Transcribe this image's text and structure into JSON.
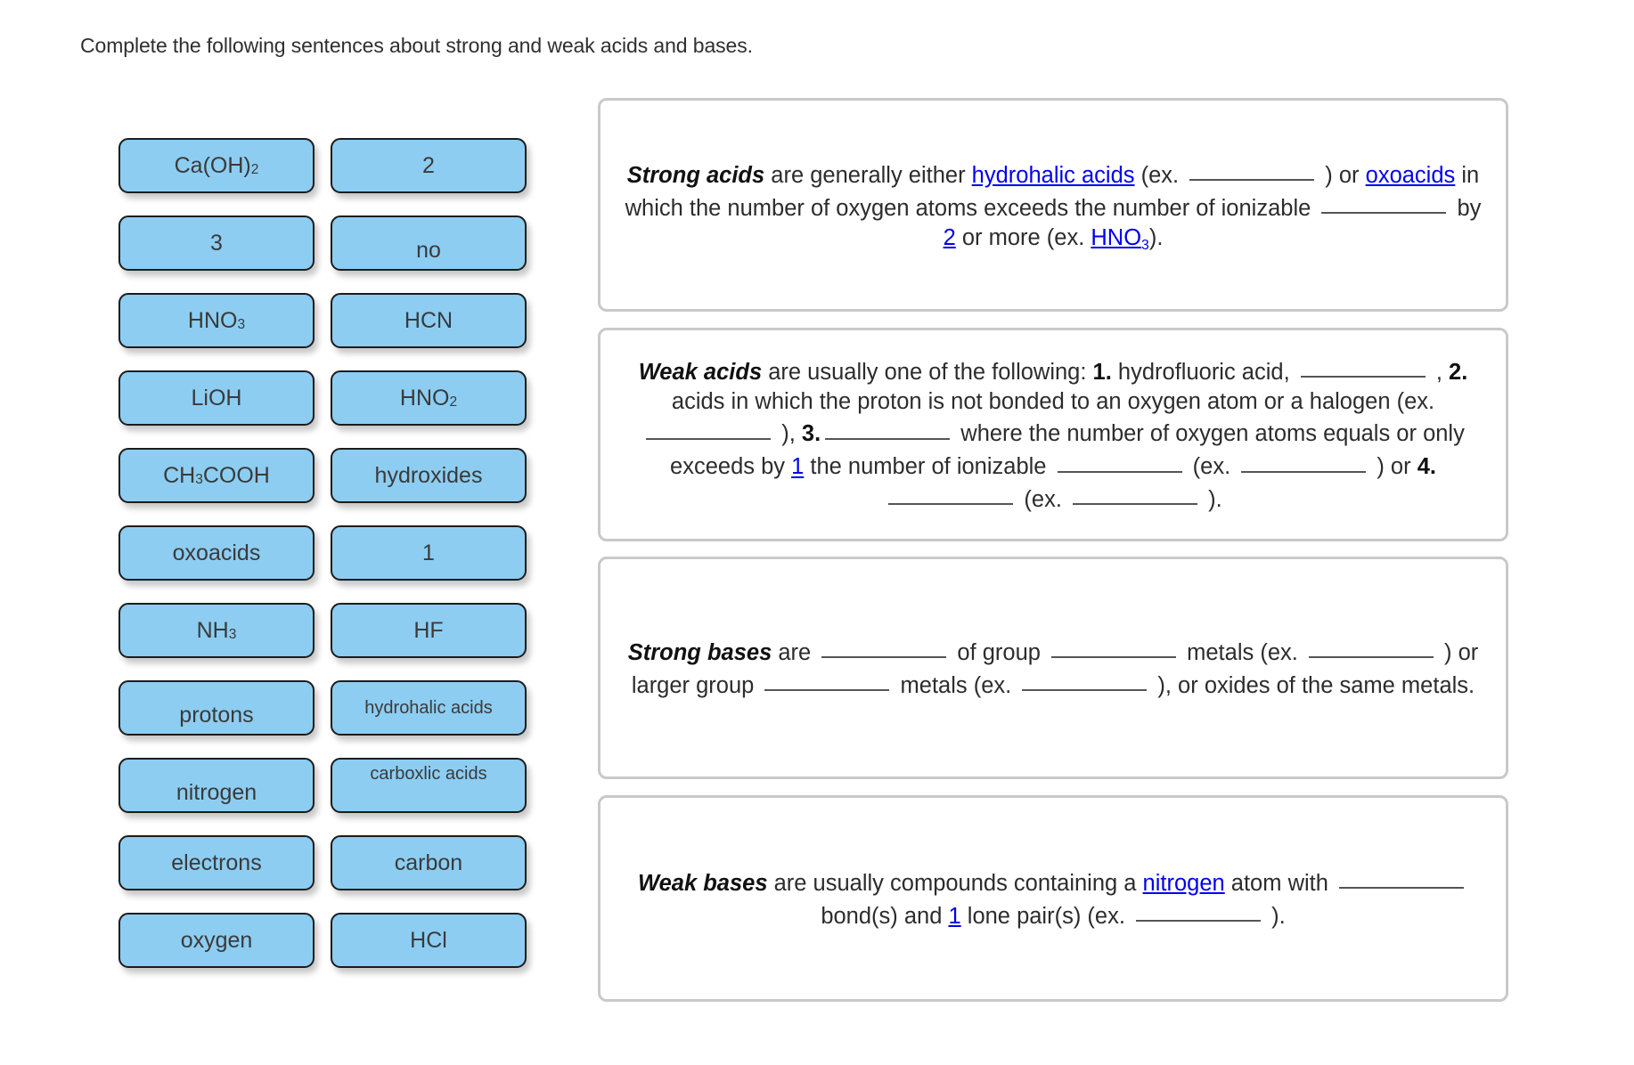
{
  "prompt": "Complete the following sentences about strong and weak acids and bases.",
  "colors": {
    "tile_fill": "#8dcdf2",
    "tile_border": "#1c1c1c",
    "panel_border": "#c9c9c9",
    "answer_link": "#0000ee",
    "blank_rule": "#555555",
    "text": "#2c2c2c"
  },
  "tile_bank": {
    "rows": [
      {
        "left": "Ca(OH)",
        "left_sub": "2",
        "right": "2",
        "right_sub": ""
      },
      {
        "left": "3",
        "left_sub": "",
        "right": "no",
        "right_sub": ""
      },
      {
        "left": "HNO",
        "left_sub": "3",
        "right": "HCN",
        "right_sub": ""
      },
      {
        "left": "LiOH",
        "left_sub": "",
        "right": "HNO",
        "right_sub": "2"
      },
      {
        "left": "CH",
        "left_sub": "3",
        "left_tail": "COOH",
        "right": "hydroxides",
        "right_sub": ""
      },
      {
        "left": "oxoacids",
        "left_sub": "",
        "right": "1",
        "right_sub": ""
      },
      {
        "left": "NH",
        "left_sub": "3",
        "right": "HF",
        "right_sub": ""
      },
      {
        "left": "protons",
        "left_sub": "",
        "right": "hydrohalic acids",
        "right_sub": ""
      },
      {
        "left": "nitrogen",
        "left_sub": "",
        "right": "carboxlic acids",
        "right_sub": ""
      },
      {
        "left": "electrons",
        "left_sub": "",
        "right": "carbon",
        "right_sub": ""
      },
      {
        "left": "oxygen",
        "left_sub": "",
        "right": "HCl",
        "right_sub": ""
      }
    ]
  },
  "panels": {
    "strong_acids": {
      "term": "Strong acids",
      "t1": " are generally either ",
      "a1": "hydrohalic acids",
      "t2": " (ex. ",
      "t3": " ) or ",
      "a2": "oxoacids",
      "t4": " in which the number of oxygen atoms exceeds the number of ionizable ",
      "t5": " by ",
      "a3": "2",
      "t6": " or more (ex. ",
      "a4": "HNO",
      "a4_sub": "3",
      "t7": ")."
    },
    "weak_acids": {
      "term": "Weak acids",
      "t1": " are usually one of the following: ",
      "n1": "1.",
      "t2": " hydrofluoric acid, ",
      "t3": " , ",
      "n2": "2.",
      "t4": " acids in which the proton is not bonded to an oxygen atom or a halogen (ex. ",
      "t5": " ), ",
      "n3": "3.",
      "t6": " where the number of oxygen atoms equals or only exceeds by ",
      "a1": "1",
      "t7": " the number of ionizable ",
      "t8": " (ex. ",
      "t9": " ) or ",
      "n4": "4.",
      "t10": " (ex. ",
      "t11": " )."
    },
    "strong_bases": {
      "term": "Strong bases",
      "t1": " are ",
      "t2": " of group ",
      "t3": " metals (ex. ",
      "t4": " ) or larger group ",
      "t5": " metals (ex. ",
      "t6": " ), or oxides of the same metals."
    },
    "weak_bases": {
      "term": "Weak bases",
      "t1": " are usually compounds containing a ",
      "a1": "nitrogen",
      "t2": " atom with ",
      "t3": " bond(s) and ",
      "a2": "1",
      "t4": " lone pair(s) (ex. ",
      "t5": " )."
    }
  }
}
